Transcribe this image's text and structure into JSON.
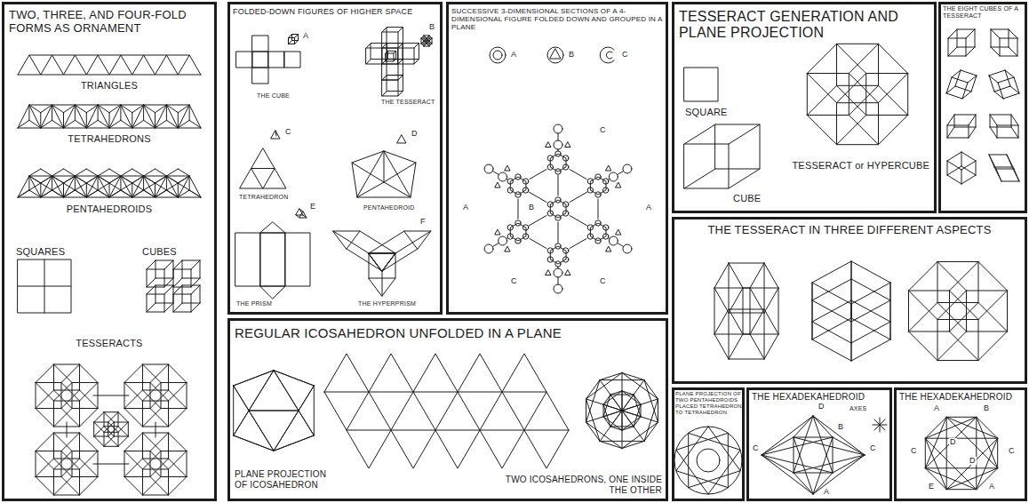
{
  "diagram": {
    "nodes": [
      {
        "text": [
          "TWO, THREE, AND FOUR-FOLD FORMS AS ORNAMENT",
          "TRIANGLES",
          "TETRAHEDRONS",
          "PENTAHEDROIDS",
          "SQUARES",
          "CUBES",
          "TESSERACTS"
        ]
      },
      {
        "text": [
          "FOLDED-DOWN FIGURES OF HIGHER SPACE",
          "A",
          "THE CUBE",
          "B",
          "THE TESSERACT",
          "C",
          "TETRAHEDRON",
          "D",
          "PENTAHEDROID",
          "E",
          "THE PRISM",
          "F",
          "THE HYPERPRISM"
        ]
      },
      {
        "text": [
          "SUCCESSIVE 3-DIMENSIONAL SECTIONS OF A 4-DIMENSIONAL FIGURE FOLDED DOWN AND GROUPED IN A PLANE",
          "A",
          "B",
          "C",
          "C",
          "A",
          "B",
          "A",
          "C",
          "C"
        ]
      },
      {
        "text": [
          "REGULAR ICOSAHEDRON UNFOLDED IN A PLANE",
          "PLANE PROJECTION OF ICOSAHEDRON",
          "TWO ICOSAHEDRONS, ONE INSIDE THE OTHER"
        ]
      },
      {
        "text": [
          "TESSERACT GENERATION AND PLANE PROJECTION",
          "SQUARE",
          "CUBE",
          "TESSERACT or HYPERCUBE"
        ]
      },
      {
        "text": [
          "THE EIGHT CUBES OF A TESSERACT"
        ]
      },
      {
        "text": [
          "THE TESSERACT IN THREE DIFFERENT ASPECTS"
        ]
      },
      {
        "text": [
          "PLANE PROJECTION OF TWO PENTAHEDROIDS PLACED TETRAHEDRON TO TETRAHEDRON"
        ]
      },
      {
        "text": [
          "THE HEXADEKAHEDROID",
          "AXES",
          "D",
          "C",
          "C",
          "B",
          "A"
        ]
      },
      {
        "text": [
          "THE HEXADEKAHEDROID",
          "A",
          "B",
          "C",
          "C",
          "D",
          "D",
          "E",
          "A"
        ]
      }
    ]
  }
}
